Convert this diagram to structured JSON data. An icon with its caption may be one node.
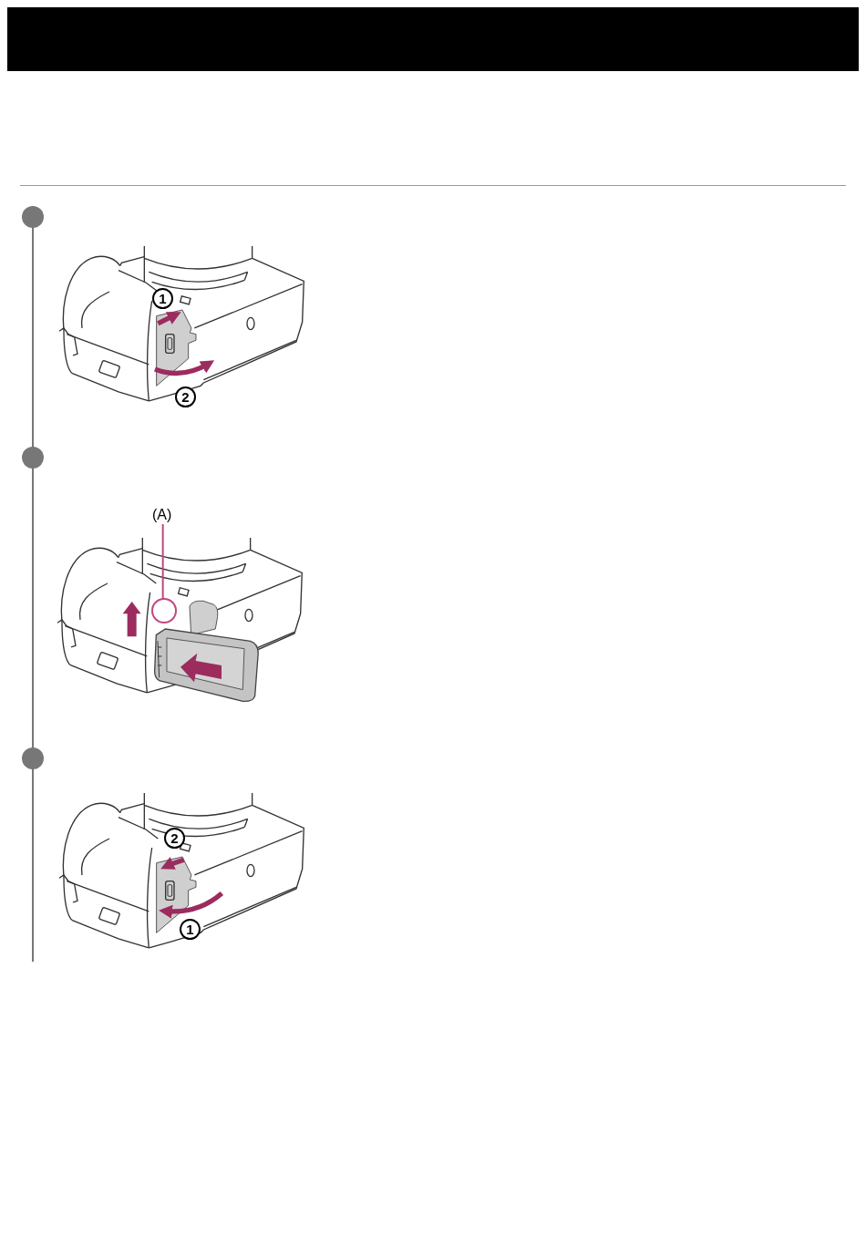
{
  "diagram": {
    "nodes": [
      {
        "text": [
          "(A)"
        ]
      },
      {
        "text": [],
        "shape": "circle"
      }
    ],
    "edges": [
      {
        "from": 0,
        "to": 1,
        "arrow": "none"
      }
    ],
    "labels": [
      "1",
      "2",
      "2",
      "1"
    ]
  }
}
